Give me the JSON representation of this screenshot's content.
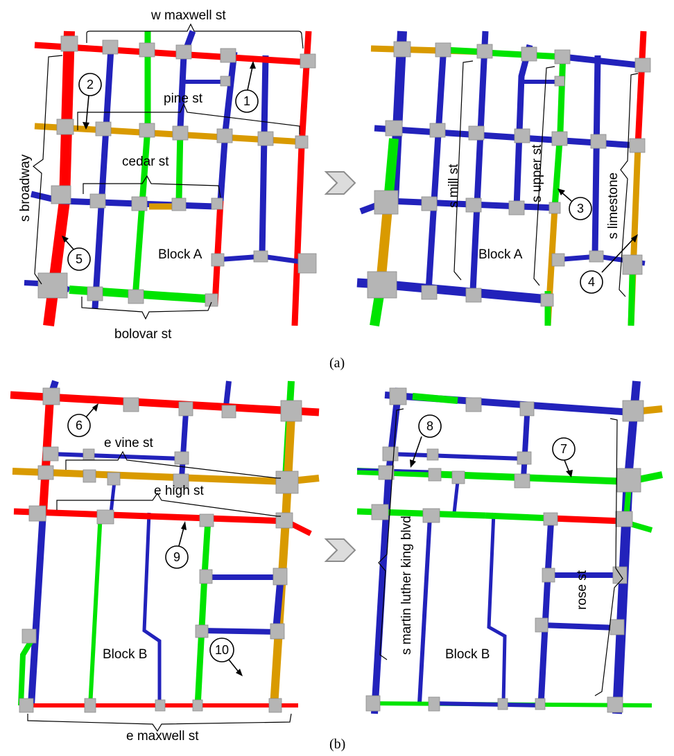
{
  "colors": {
    "red": "#ff0000",
    "blue": "#2222bb",
    "green": "#00e400",
    "orange": "#d99a00",
    "node": "#b5b5b5"
  },
  "panel_a": {
    "caption": "(a)",
    "label_block": "Block A",
    "streets": {
      "w_maxwell": "w maxwell st",
      "pine": "pine st",
      "cedar": "cedar st",
      "s_broadway": "s broadway",
      "bolovar": "bolovar st",
      "s_mill": "s mill st",
      "s_upper": "s upper st",
      "s_limestone": "s limestone"
    },
    "markers": [
      "1",
      "2",
      "3",
      "4",
      "5"
    ]
  },
  "panel_b": {
    "caption": "(b)",
    "label_block": "Block B",
    "streets": {
      "e_vine": "e vine st",
      "e_high": "e high st",
      "e_maxwell": "e maxwell st",
      "mlk": "s martin luther king blvd",
      "rose": "rose st"
    },
    "markers": [
      "6",
      "7",
      "8",
      "9",
      "10"
    ]
  }
}
